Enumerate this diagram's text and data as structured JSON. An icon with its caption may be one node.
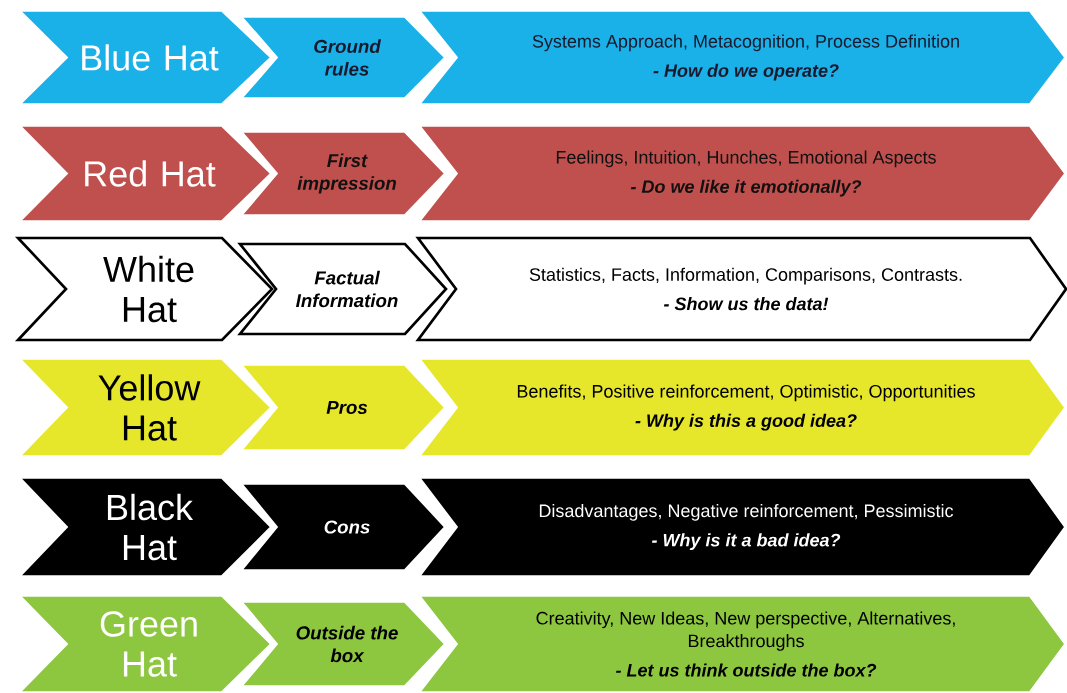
{
  "diagram": {
    "nodes": [
      {
        "text": [
          "Blue Hat"
        ]
      },
      {
        "text": [
          "Ground rules"
        ]
      },
      {
        "text": [
          "Systems Approach, Metacognition, Process Definition",
          "- How do we operate?"
        ]
      },
      {
        "text": [
          "Red Hat"
        ]
      },
      {
        "text": [
          "First impression"
        ]
      },
      {
        "text": [
          "Feelings, Intuition, Hunches, Emotional Aspects",
          "- Do we like it emotionally?"
        ]
      },
      {
        "text": [
          "White Hat"
        ]
      },
      {
        "text": [
          "Factual Information"
        ]
      },
      {
        "text": [
          "Statistics, Facts, Information, Comparisons, Contrasts.",
          "- Show us the data!"
        ]
      },
      {
        "text": [
          "Yellow Hat"
        ]
      },
      {
        "text": [
          "Pros"
        ]
      },
      {
        "text": [
          "Benefits, Positive  reinforcement, Optimistic, Opportunities",
          "- Why is this a good idea?"
        ]
      },
      {
        "text": [
          "Black Hat"
        ]
      },
      {
        "text": [
          "Cons"
        ]
      },
      {
        "text": [
          "Disadvantages, Negative reinforcement, Pessimistic",
          "- Why is it a bad idea?"
        ]
      },
      {
        "text": [
          "Green Hat"
        ]
      },
      {
        "text": [
          "Outside the box"
        ]
      },
      {
        "text": [
          "Creativity, New Ideas, New perspective, Alternatives, Breakthroughs",
          "- Let us think outside the box?"
        ]
      }
    ]
  }
}
